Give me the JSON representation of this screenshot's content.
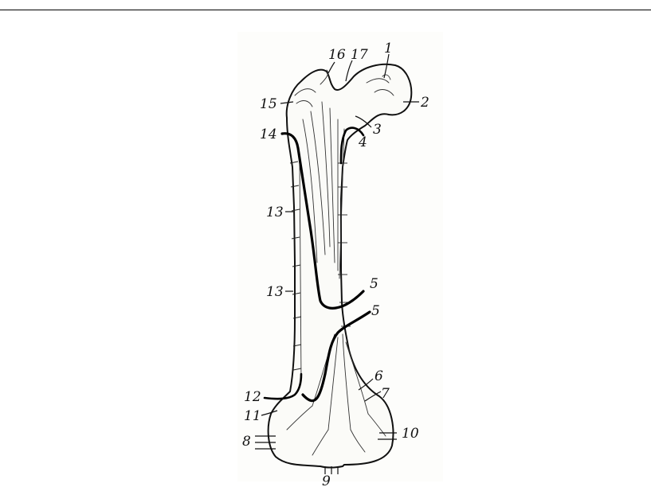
{
  "labels": [
    {
      "id": "1",
      "text": "1"
    },
    {
      "id": "2",
      "text": "2"
    },
    {
      "id": "3",
      "text": "3"
    },
    {
      "id": "4",
      "text": "4"
    },
    {
      "id": "5a",
      "text": "5"
    },
    {
      "id": "5b",
      "text": "5"
    },
    {
      "id": "6",
      "text": "6"
    },
    {
      "id": "7",
      "text": "7"
    },
    {
      "id": "8",
      "text": "8"
    },
    {
      "id": "9",
      "text": "9"
    },
    {
      "id": "10",
      "text": "10"
    },
    {
      "id": "11",
      "text": "11"
    },
    {
      "id": "12",
      "text": "12"
    },
    {
      "id": "13a",
      "text": "13"
    },
    {
      "id": "13b",
      "text": "13"
    },
    {
      "id": "14",
      "text": "14"
    },
    {
      "id": "15",
      "text": "15"
    },
    {
      "id": "16",
      "text": "16"
    },
    {
      "id": "17",
      "text": "17"
    }
  ]
}
